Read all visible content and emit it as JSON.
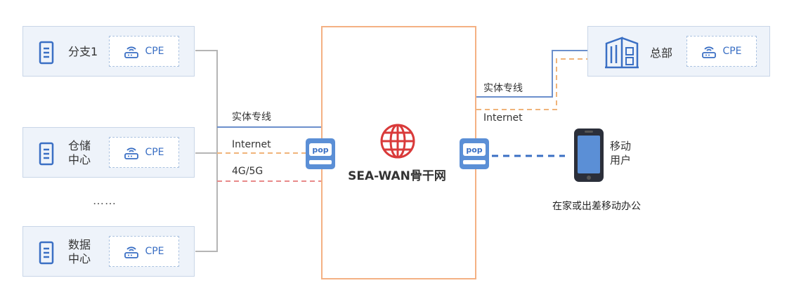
{
  "sites": [
    {
      "name": "分支1"
    },
    {
      "name": "仓储\n中心"
    },
    {
      "name": "数据\n中心"
    }
  ],
  "ellipsis": "……",
  "cpe_label": "CPE",
  "hq": {
    "name": "总部"
  },
  "backbone": {
    "title": "SEA-WAN骨干网"
  },
  "links_left": {
    "dedicated": "实体专线",
    "internet": "Internet",
    "cellular": "4G/5G"
  },
  "links_right": {
    "dedicated": "实体专线",
    "internet": "Internet"
  },
  "pop_label": "pop",
  "mobile": {
    "label": "移动\n用户",
    "note": "在家或出差移动办公"
  },
  "colors": {
    "dedicated_line": "#6b8fcc",
    "internet_line": "#f0b47a",
    "cellular_line": "#e88a8a",
    "mobile_line": "#3a6fc4",
    "icon_blue": "#3a6fc4",
    "globe_red": "#d93a3a",
    "backbone_border": "#f4b183"
  }
}
